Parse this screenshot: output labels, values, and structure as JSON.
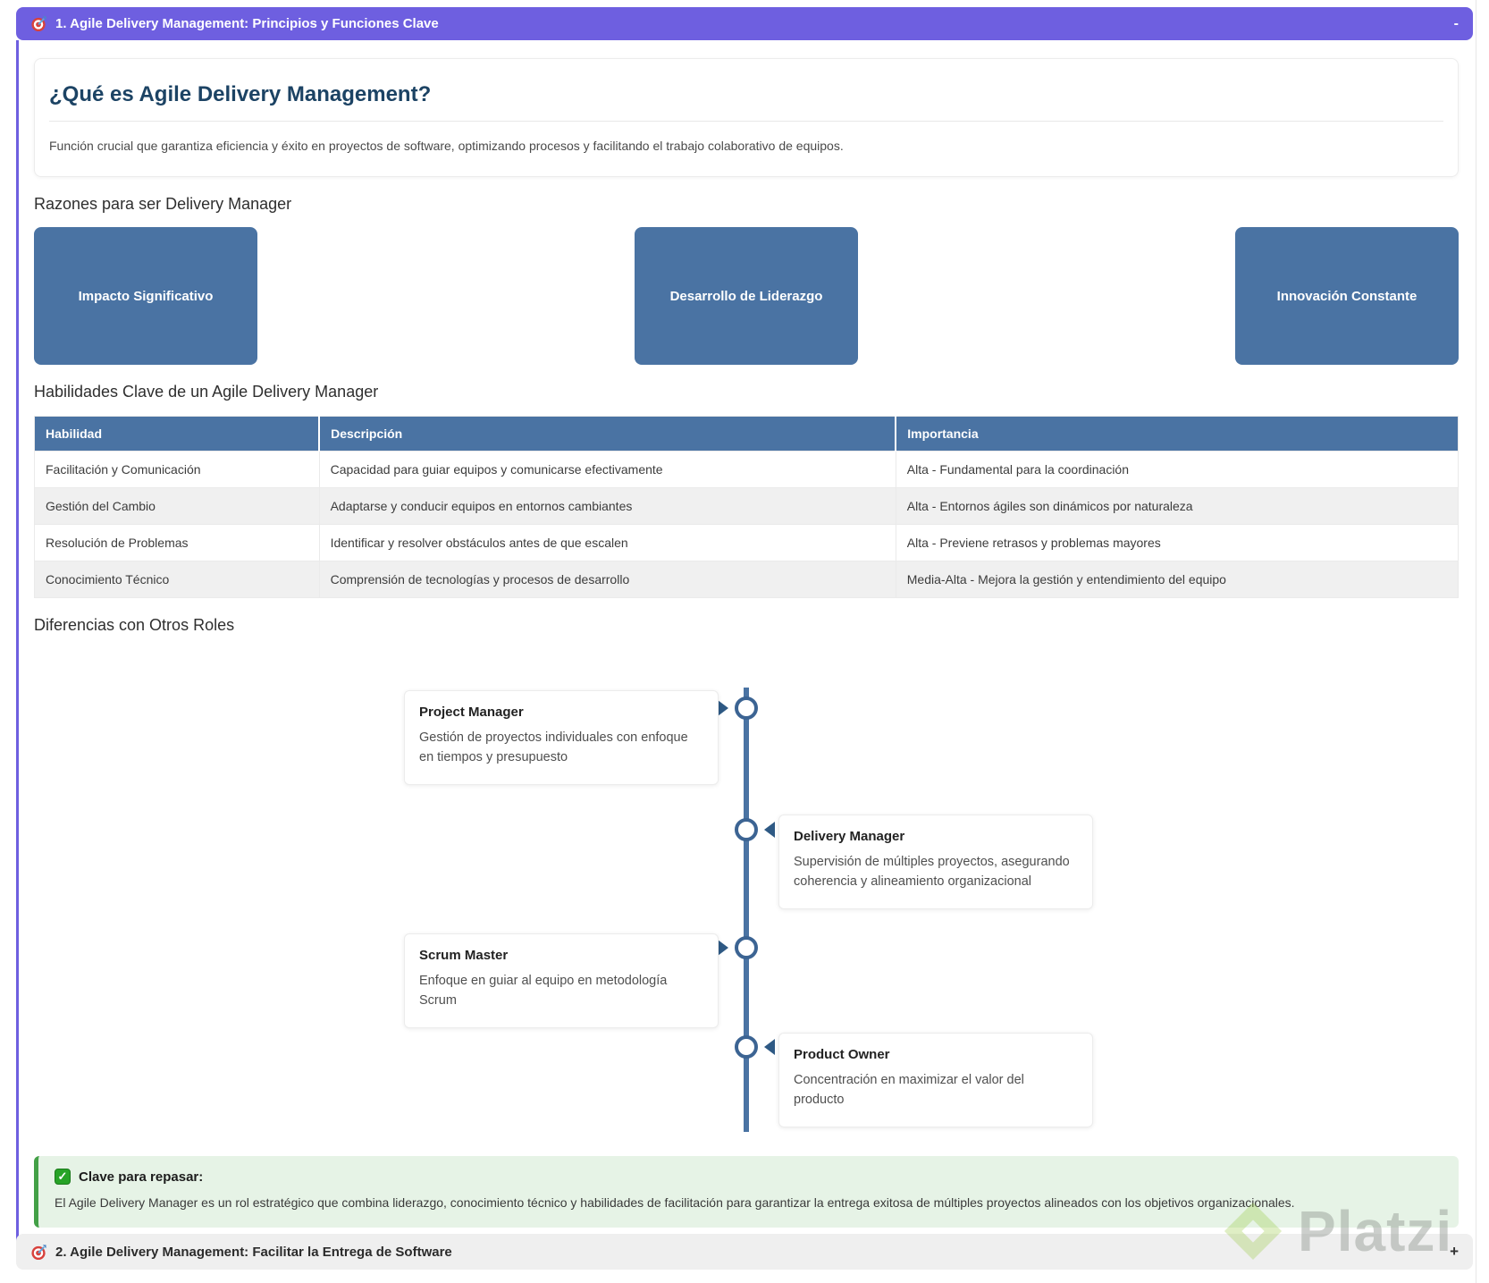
{
  "colors": {
    "header_purple": "#6e5fe0",
    "steel_blue": "#4a73a3",
    "title_navy": "#1c4364",
    "review_green_border": "#43a047",
    "review_green_bg": "#e6f3e6",
    "platzi_green": "#97c93e"
  },
  "section1": {
    "header": {
      "icon": "target-icon",
      "title": "1. Agile Delivery Management: Principios y Funciones Clave",
      "collapse_label": "-"
    },
    "intro_card": {
      "title": "¿Qué es Agile Delivery Management?",
      "description": "Función crucial que garantiza eficiencia y éxito en proyectos de software, optimizando procesos y facilitando el trabajo colaborativo de equipos."
    },
    "reasons": {
      "heading": "Razones para ser Delivery Manager",
      "items": [
        "Impacto Significativo",
        "Desarrollo de Liderazgo",
        "Innovación Constante"
      ]
    },
    "skills": {
      "heading": "Habilidades Clave de un Agile Delivery Manager",
      "table": {
        "columns": [
          "Habilidad",
          "Descripción",
          "Importancia"
        ],
        "rows": [
          [
            "Facilitación y Comunicación",
            "Capacidad para guiar equipos y comunicarse efectivamente",
            "Alta - Fundamental para la coordinación"
          ],
          [
            "Gestión del Cambio",
            "Adaptarse y conducir equipos en entornos cambiantes",
            "Alta - Entornos ágiles son dinámicos por naturaleza"
          ],
          [
            "Resolución de Problemas",
            "Identificar y resolver obstáculos antes de que escalen",
            "Alta - Previene retrasos y problemas mayores"
          ],
          [
            "Conocimiento Técnico",
            "Comprensión de tecnologías y procesos de desarrollo",
            "Media-Alta - Mejora la gestión y entendimiento del equipo"
          ]
        ]
      }
    },
    "differences": {
      "heading": "Diferencias con Otros Roles",
      "timeline": [
        {
          "title": "Project Manager",
          "description": "Gestión de proyectos individuales con enfoque en tiempos y presupuesto",
          "side": "left"
        },
        {
          "title": "Delivery Manager",
          "description": "Supervisión de múltiples proyectos, asegurando coherencia y alineamiento organizacional",
          "side": "right"
        },
        {
          "title": "Scrum Master",
          "description": "Enfoque en guiar al equipo en metodología Scrum",
          "side": "left"
        },
        {
          "title": "Product Owner",
          "description": "Concentración en maximizar el valor del producto",
          "side": "right"
        }
      ]
    },
    "key_review": {
      "icon": "check-icon",
      "title": "Clave para repasar:",
      "text": "El Agile Delivery Manager es un rol estratégico que combina liderazgo, conocimiento técnico y habilidades de facilitación para garantizar la entrega exitosa de múltiples proyectos alineados con los objetivos organizacionales."
    }
  },
  "section2": {
    "header": {
      "icon": "target-icon",
      "title": "2. Agile Delivery Management: Facilitar la Entrega de Software",
      "expand_label": "+"
    }
  },
  "watermark": {
    "text": "Platzi"
  }
}
